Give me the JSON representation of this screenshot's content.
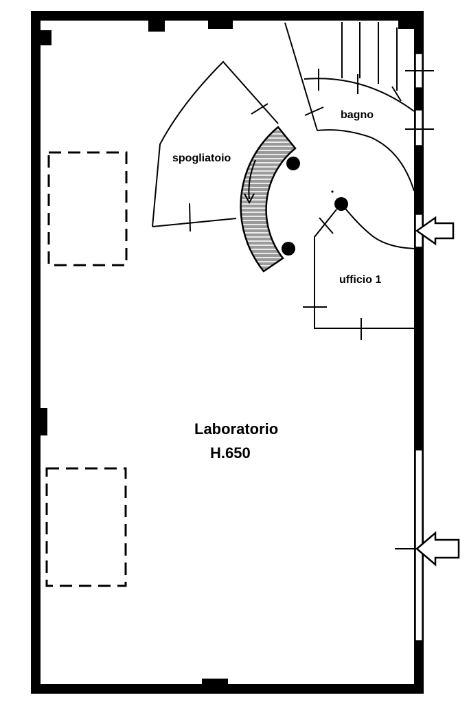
{
  "rooms": {
    "bagno": "bagno",
    "spogliatoio": "spogliatoio",
    "ufficio": "ufficio 1",
    "laboratorio": "Laboratorio",
    "height": "H.650"
  },
  "colors": {
    "wall": "#000000",
    "background": "#ffffff",
    "stair_fill": "#8c8c8c"
  },
  "icons": {
    "entrance_arrow": "arrow-left-outline",
    "column": "filled-circle"
  }
}
